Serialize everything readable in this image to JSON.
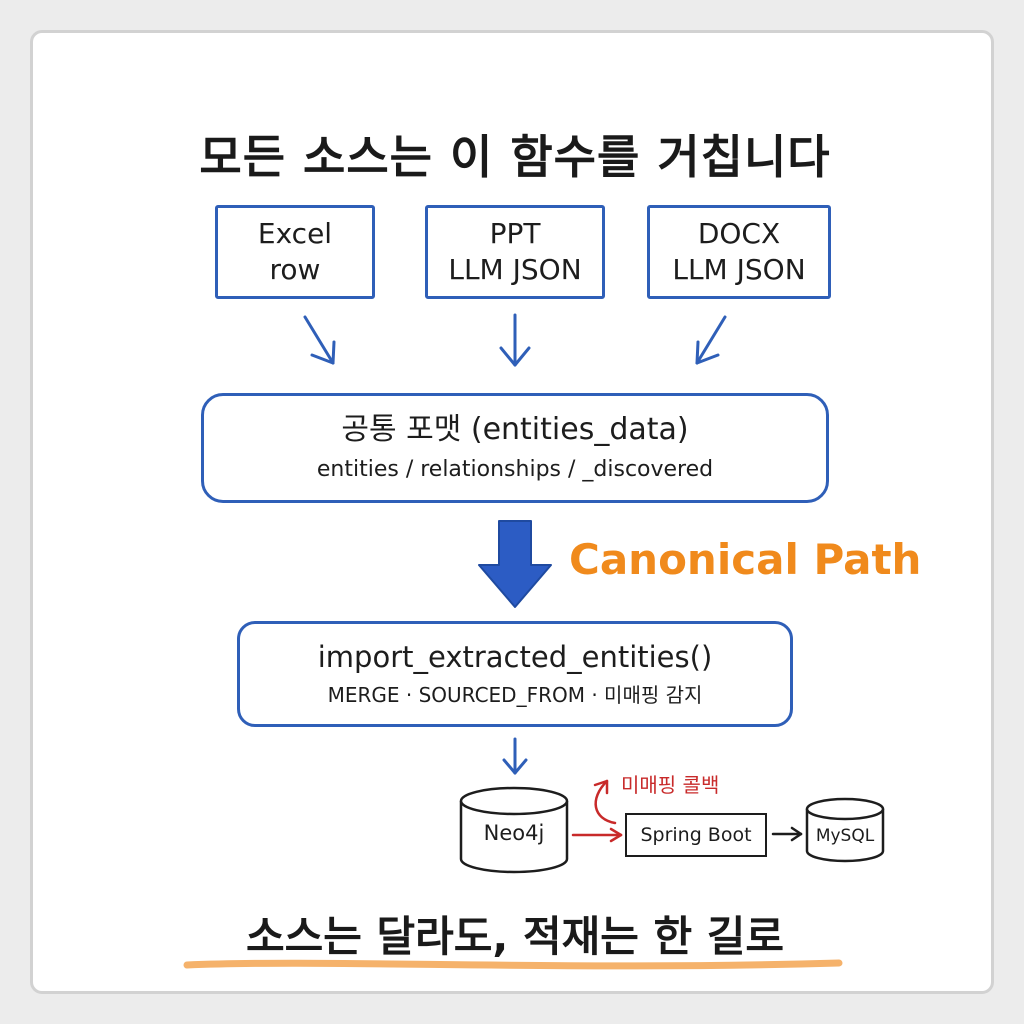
{
  "title": "모든 소스는 이 함수를 거칩니다",
  "sources": [
    {
      "line1": "Excel",
      "line2": "row"
    },
    {
      "line1": "PPT",
      "line2": "LLM JSON"
    },
    {
      "line1": "DOCX",
      "line2": "LLM JSON"
    }
  ],
  "common_format": {
    "title": "공통 포맷 (entities_data)",
    "subtitle": "entities / relationships / _discovered"
  },
  "canonical_label": "Canonical Path",
  "import_function": {
    "title": "import_extracted_entities()",
    "subtitle": "MERGE · SOURCED_FROM · 미매핑 감지"
  },
  "neo4j_label": "Neo4j",
  "callback_label": "미매핑 콜백",
  "spring_boot_label": "Spring Boot",
  "mysql_label": "MySQL",
  "footer": "소스는 달라도, 적재는 한 길로",
  "colors": {
    "box_border": "#2f5fb8",
    "arrow": "#2f5fb8",
    "canonical": "#f08a1c",
    "callback": "#c82a2a",
    "underline": "#f5b26b"
  }
}
